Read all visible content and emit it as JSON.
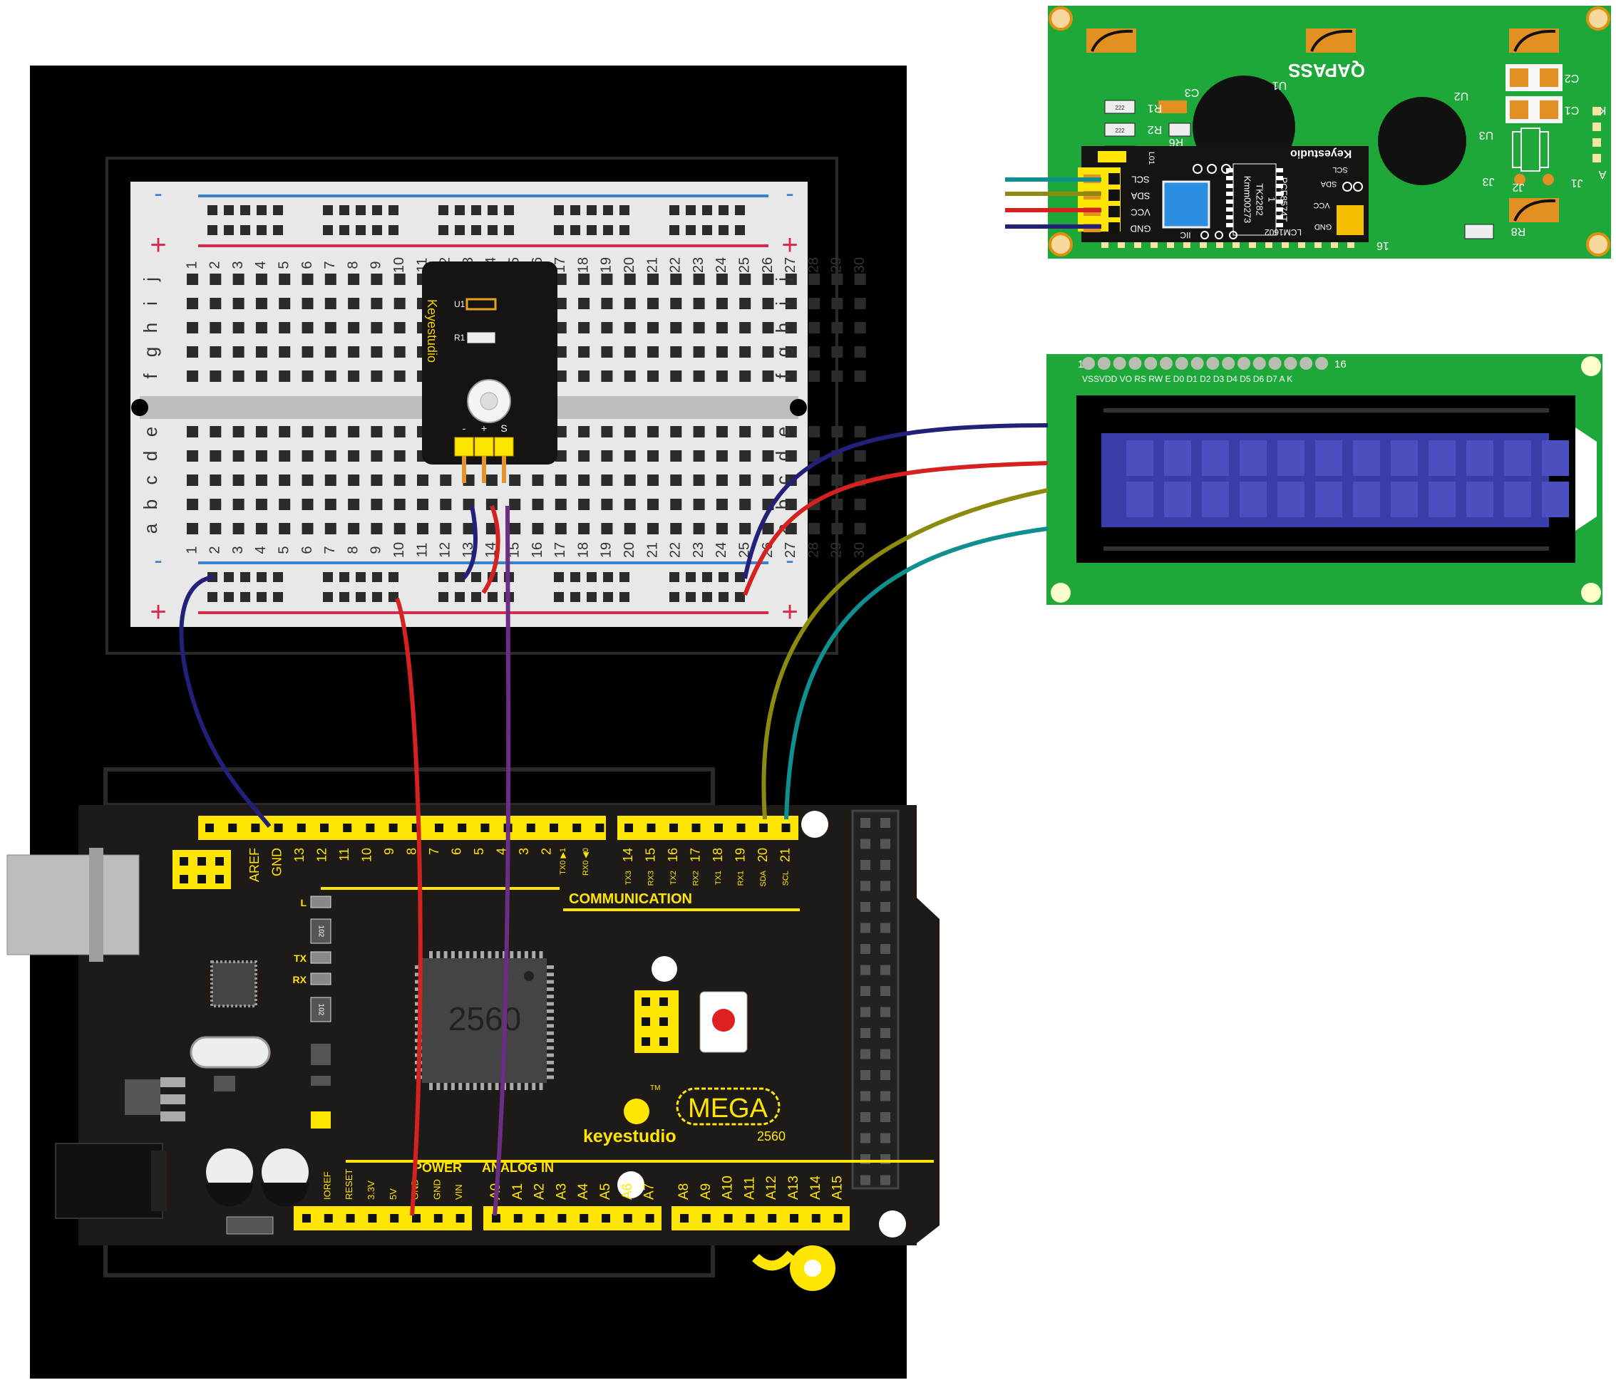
{
  "breadboard": {
    "row_letters_top": [
      "j",
      "i",
      "h",
      "g",
      "f"
    ],
    "row_letters_bottom": [
      "e",
      "d",
      "c",
      "b",
      "a"
    ],
    "columns": [
      "1",
      "2",
      "3",
      "4",
      "5",
      "6",
      "7",
      "8",
      "9",
      "10",
      "11",
      "12",
      "13",
      "14",
      "15",
      "16",
      "17",
      "18",
      "19",
      "20",
      "21",
      "22",
      "23",
      "24",
      "25",
      "26",
      "27",
      "28",
      "29",
      "30"
    ],
    "rail_minus": "-",
    "rail_plus": "+"
  },
  "sensor_module": {
    "brand": "Keyestudio",
    "u1": "U1",
    "r1": "R1",
    "pins": [
      "-",
      "+",
      "S"
    ]
  },
  "i2c_backpack": {
    "brand": "Keyestudio",
    "silk_qapass": "QAPASS",
    "pins": [
      "SCL",
      "SDA",
      "VCC",
      "GND"
    ],
    "chip_lines": [
      "PCF8574T",
      "1",
      "TK2282",
      "Kmm00273"
    ],
    "model": "LCM1602",
    "iic": "IIC",
    "led_label": "L01",
    "jumper_labels": [
      "SCL",
      "SDA",
      "VCC",
      "GND"
    ],
    "labels": [
      "C3",
      "R1",
      "R2",
      "R6",
      "U1",
      "U2",
      "U3",
      "C1",
      "C2",
      "J3",
      "J2",
      "J1",
      "R8",
      "K",
      "A"
    ],
    "pin_16": "16",
    "pin_1": "1",
    "r_text": "222"
  },
  "lcd": {
    "pin_first": "1",
    "pin_last": "16",
    "pin_labels": "VSSVDD VO RS RW  E  D0  D1  D2  D3  D4  D5  D6  D7  A   K"
  },
  "mega": {
    "top_header_left": [
      "AREF",
      "GND",
      "13",
      "12",
      "11",
      "10",
      "9",
      "8",
      "7",
      "6",
      "5",
      "4",
      "3",
      "2",
      "TX0 ▶1",
      "RX0 ◀0"
    ],
    "top_header_right": [
      "14",
      "15",
      "16",
      "17",
      "18",
      "19",
      "20",
      "21"
    ],
    "comm_sub": [
      "TX3",
      "RX3",
      "TX2",
      "RX2",
      "TX1",
      "RX1",
      "SDA",
      "SCL"
    ],
    "communication": "COMMUNICATION",
    "leds": [
      "L",
      "TX",
      "RX"
    ],
    "resistor_text": "102",
    "chip": "2560",
    "brand": "keyestudio",
    "tm": "TM",
    "mega_logo": "MEGA",
    "mega_sub": "2560",
    "power_title": "POWER",
    "analog_title": "ANALOG IN",
    "power_pins": [
      "IOREF",
      "RESET",
      "3.3V",
      "5V",
      "GND",
      "GND",
      "VIN"
    ],
    "analog_pins": [
      "A0",
      "A1",
      "A2",
      "A3",
      "A4",
      "A5",
      "A6",
      "A7",
      "A8",
      "A9",
      "A10",
      "A11",
      "A12",
      "A13",
      "A14",
      "A15"
    ]
  },
  "colors": {
    "board": "#1e1a17",
    "header": "#ffe600",
    "pcb_green": "#1faa3a",
    "lcd_blue": "#3a3ea8",
    "wire_blue": "#23207a",
    "wire_red": "#d52220",
    "wire_purple": "#6b2d86",
    "wire_olive": "#8d8a10",
    "wire_teal": "#0f8f8f"
  }
}
